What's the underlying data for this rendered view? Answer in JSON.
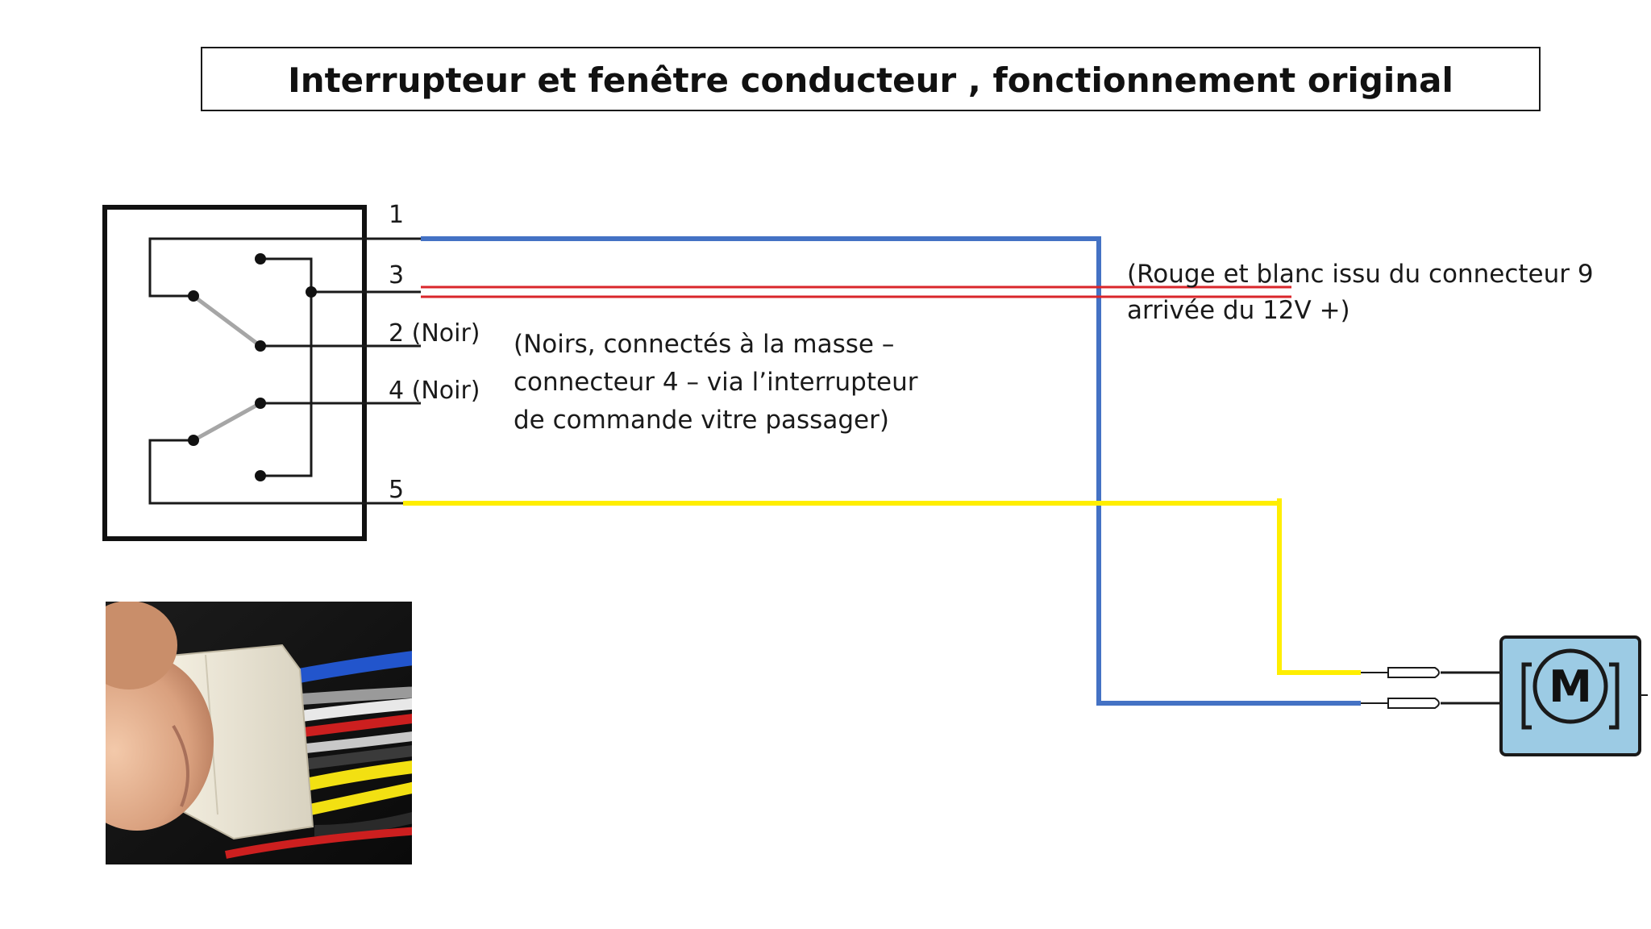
{
  "title": "Interrupteur et fenêtre conducteur , fonctionnement original",
  "pins": {
    "p1": "1",
    "p3": "3",
    "p2": "2 (Noir)",
    "p4": "4 (Noir)",
    "p5": "5"
  },
  "notes": {
    "ground": [
      "(Noirs, connectés à la masse –",
      "connecteur 4 – via l’interrupteur",
      "de commande vitre passager)"
    ],
    "supply": [
      "(Rouge et blanc issu du connecteur 9",
      "arrivée du 12V +)"
    ]
  },
  "motor": {
    "letter": "M"
  },
  "colors": {
    "wire_blue": "#4472c4",
    "wire_red": "#d9262b",
    "wire_yellow": "#ffee00",
    "wire_black": "#1a1a1a",
    "switch_arm": "#a6a6a6",
    "motor_fill": "#9ccbe4",
    "motor_stroke": "#1a1a1a"
  }
}
